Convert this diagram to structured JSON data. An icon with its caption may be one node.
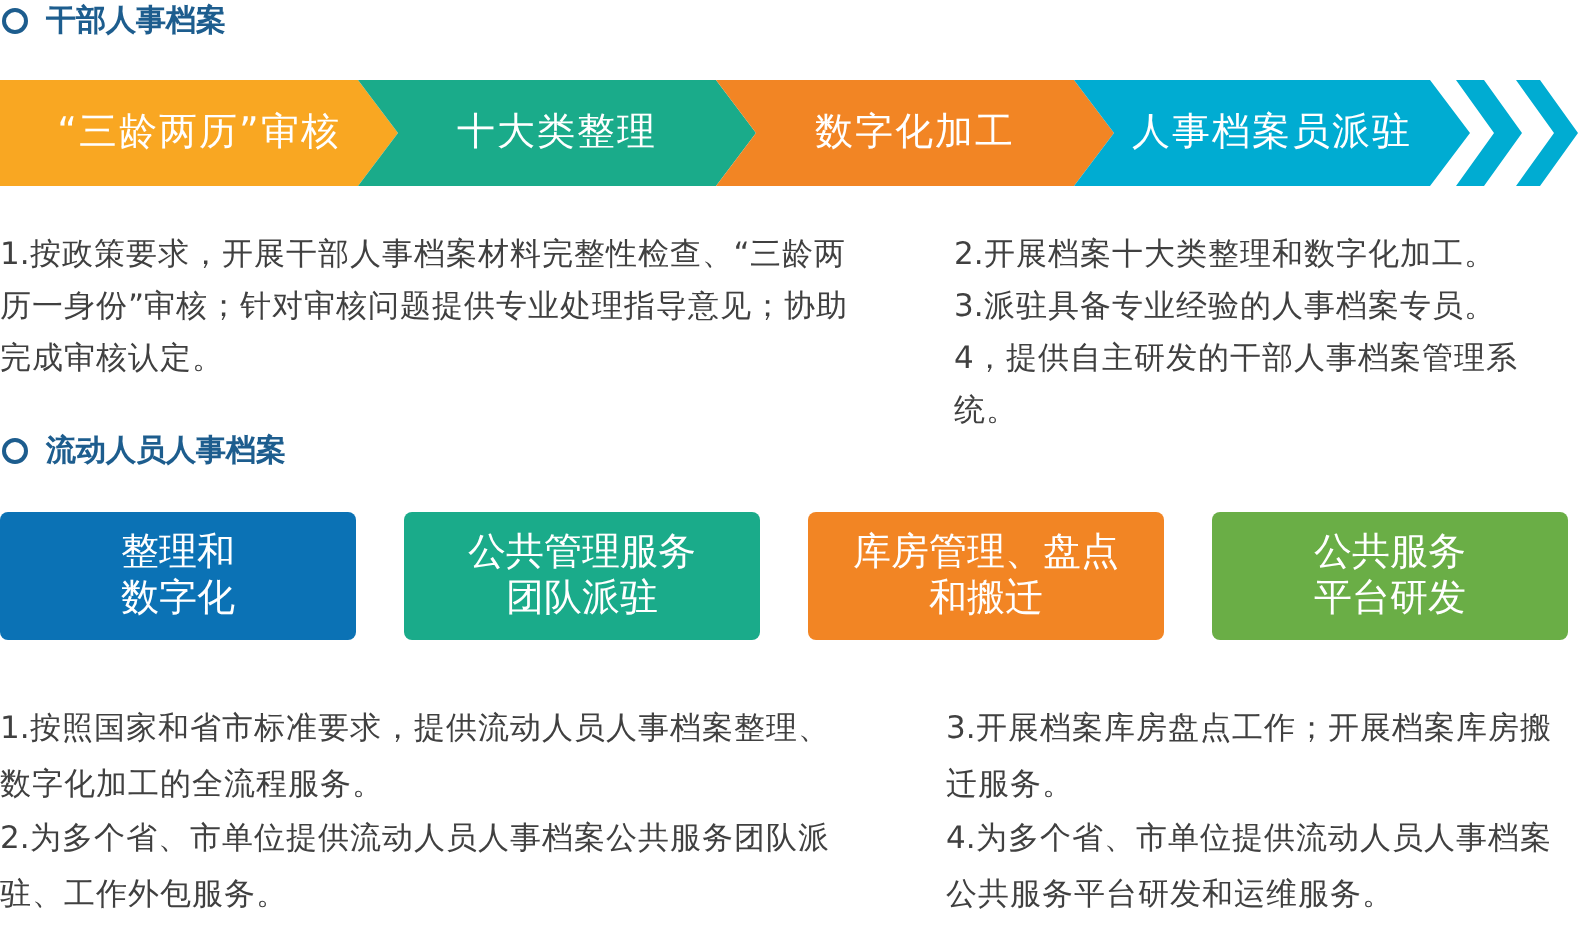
{
  "diagram": {
    "nodes": [
      {
        "text": [
          "“三龄两历”审核"
        ]
      },
      {
        "text": [
          "十大类整理"
        ]
      },
      {
        "text": [
          "数字化加工"
        ]
      },
      {
        "text": [
          "人事档案员派驻"
        ]
      },
      {
        "text": [
          "整理和数字化"
        ]
      },
      {
        "text": [
          "公共管理服务团队派驻"
        ]
      },
      {
        "text": [
          "库房管理、盘点和搬迁"
        ]
      },
      {
        "text": [
          "公共服务平台研发"
        ]
      }
    ],
    "labels": [
      "干部人事档案",
      "1.按政策要求，开展干部人事档案材料完整性检查、“三龄两历一身份”审核；针对审核问题提供专业处理指导意见；协助完成审核认定。",
      "2.开展档案十大类整理和数字化加工。",
      "3.派驻具备专业经验的人事档案专员。",
      "4，提供自主研发的干部人事档案管理系统。",
      "流动人员人事档案",
      "1.按照国家和省市标准要求，提供流动人员人事档案整理、数字化加工的全流程服务。",
      "2.为多个省、市单位提供流动人员人事档案公共服务团队派驻、工作外包服务。",
      "3.开展档案库房盘点工作；开展档案库房搬迁服务。",
      "4.为多个省、市单位提供流动人员人事档案公共服务平台研发和运维服务。"
    ]
  }
}
